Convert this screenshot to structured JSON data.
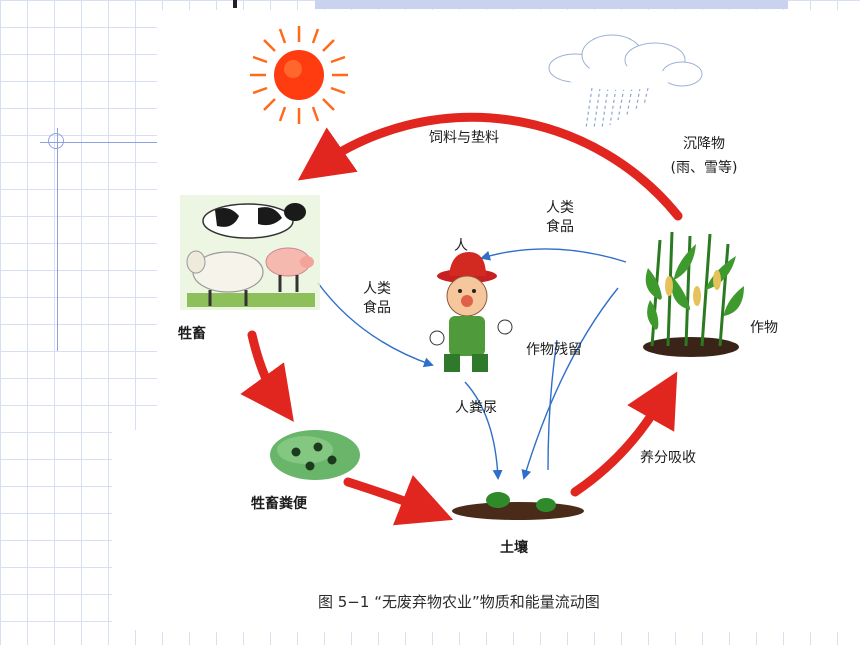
{
  "labels": {
    "feed": "饲料与垫料",
    "precip_line1": "沉降物",
    "precip_line2": "(雨、雪等)",
    "human_food_top_1": "人类",
    "human_food_top_2": "食品",
    "human": "人",
    "human_food_left_1": "人类",
    "human_food_left_2": "食品",
    "livestock": "牲畜",
    "crop_residue": "作物残留",
    "crops": "作物",
    "human_waste": "人粪尿",
    "nutrient_uptake": "养分吸收",
    "livestock_manure": "牲畜粪便",
    "soil": "土壤"
  },
  "caption": "图 5−1 “无废弃物农业”物质和能量流动图",
  "colors": {
    "cycle_arrow": "#e0261e",
    "flow_arrow": "#2f6fc9",
    "sun": "#ff3b10",
    "grid": "#d9dff2"
  },
  "icons": [
    "sun-icon",
    "rain-cloud-icon",
    "cow-sheep-pig-icon",
    "farmer-icon",
    "corn-icon",
    "manure-icon",
    "soil-icon"
  ]
}
